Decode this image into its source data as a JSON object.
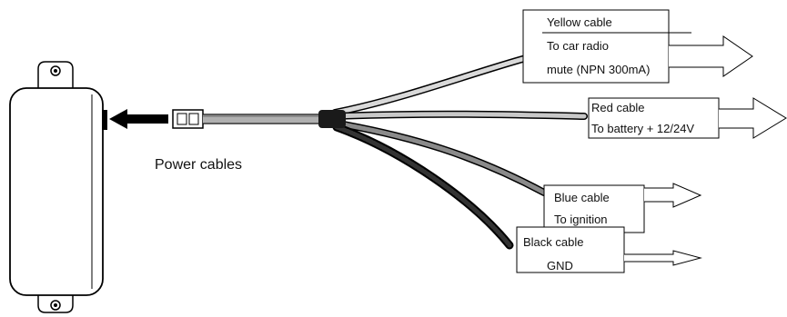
{
  "main_label": "Power cables",
  "cables": [
    {
      "id": "yellow",
      "color_name": "Yellow cable",
      "line1": "To car radio",
      "line2": "mute (NPN 300mA)",
      "wire_color": "#d6d6d6"
    },
    {
      "id": "red",
      "color_name": "Red cable",
      "line1": "To battery + 12/24V",
      "wire_color": "#c8c8c8"
    },
    {
      "id": "blue",
      "color_name": "Blue cable",
      "line1": "To ignition",
      "wire_color": "#8a8a8a"
    },
    {
      "id": "black",
      "color_name": "Black cable",
      "line1": "GND",
      "wire_color": "#2a2a2a"
    }
  ],
  "colors": {
    "stroke": "#000000",
    "device_fill": "#ffffff",
    "sleeve": "#1a1a1a"
  }
}
